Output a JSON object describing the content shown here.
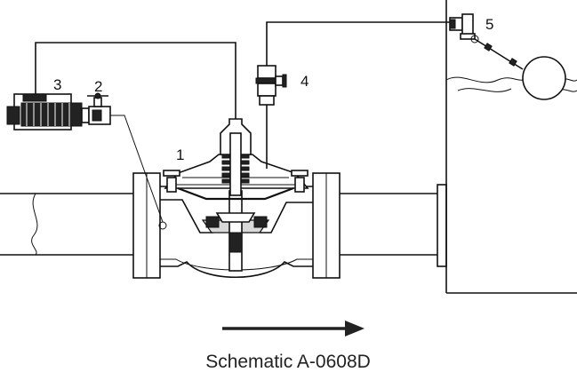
{
  "diagram": {
    "caption": "Schematic A-0608D",
    "labels": {
      "main_valve": "1",
      "ball_valve": "2",
      "strainer": "3",
      "needle_valve": "4",
      "float_pilot": "5"
    },
    "colors": {
      "line": "#111111",
      "background": "#ffffff",
      "caption": "#222222"
    },
    "flow_direction": "left-to-right"
  }
}
